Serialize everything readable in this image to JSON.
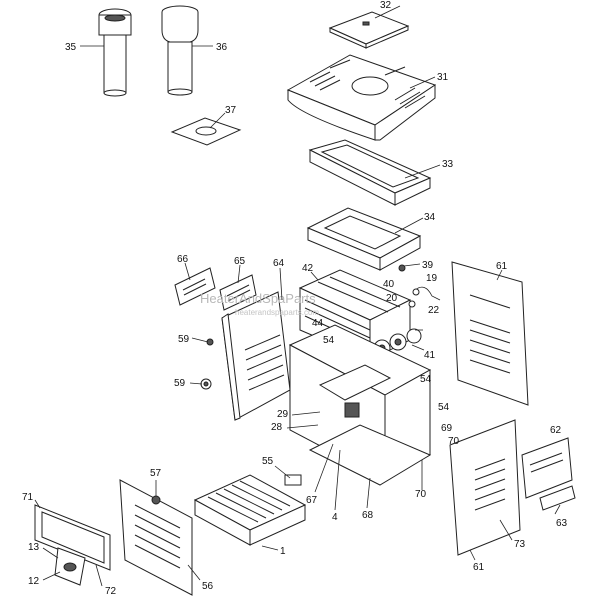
{
  "watermark": {
    "main": "HeaterAndSpaParts",
    "sub": "heaterandspaparts.com"
  },
  "callouts": [
    {
      "id": "c32",
      "text": "32"
    },
    {
      "id": "c35",
      "text": "35"
    },
    {
      "id": "c36",
      "text": "36"
    },
    {
      "id": "c31",
      "text": "31"
    },
    {
      "id": "c37",
      "text": "37"
    },
    {
      "id": "c33",
      "text": "33"
    },
    {
      "id": "c34",
      "text": "34"
    },
    {
      "id": "c39",
      "text": "39"
    },
    {
      "id": "c19",
      "text": "19"
    },
    {
      "id": "c66",
      "text": "66"
    },
    {
      "id": "c65",
      "text": "65"
    },
    {
      "id": "c64",
      "text": "64"
    },
    {
      "id": "c42",
      "text": "42"
    },
    {
      "id": "c40",
      "text": "40"
    },
    {
      "id": "c20",
      "text": "20"
    },
    {
      "id": "c61a",
      "text": "61"
    },
    {
      "id": "c22",
      "text": "22"
    },
    {
      "id": "c44",
      "text": "44"
    },
    {
      "id": "c59a",
      "text": "59"
    },
    {
      "id": "c54a",
      "text": "54"
    },
    {
      "id": "c41",
      "text": "41"
    },
    {
      "id": "c59b",
      "text": "59"
    },
    {
      "id": "c54b",
      "text": "54"
    },
    {
      "id": "c29",
      "text": "29"
    },
    {
      "id": "c54c",
      "text": "54"
    },
    {
      "id": "c28",
      "text": "28"
    },
    {
      "id": "c69",
      "text": "69"
    },
    {
      "id": "c70a",
      "text": "70"
    },
    {
      "id": "c62",
      "text": "62"
    },
    {
      "id": "c55",
      "text": "55"
    },
    {
      "id": "c57",
      "text": "57"
    },
    {
      "id": "c67",
      "text": "67"
    },
    {
      "id": "c70b",
      "text": "70"
    },
    {
      "id": "c71",
      "text": "71"
    },
    {
      "id": "c4",
      "text": "4"
    },
    {
      "id": "c68",
      "text": "68"
    },
    {
      "id": "c63",
      "text": "63"
    },
    {
      "id": "c73",
      "text": "73"
    },
    {
      "id": "c13",
      "text": "13"
    },
    {
      "id": "c1",
      "text": "1"
    },
    {
      "id": "c12",
      "text": "12"
    },
    {
      "id": "c72",
      "text": "72"
    },
    {
      "id": "c61b",
      "text": "61"
    },
    {
      "id": "c56",
      "text": "56"
    }
  ]
}
